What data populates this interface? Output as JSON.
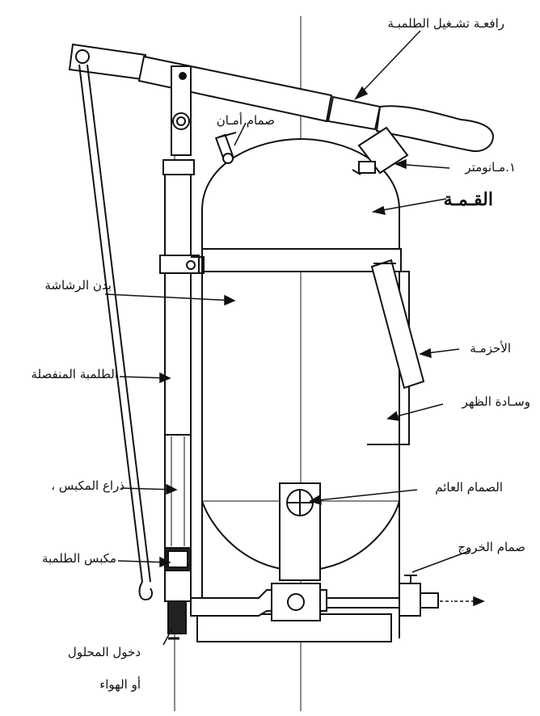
{
  "labels": {
    "pump_lever": "رافعـة تشـغيل الطلمبـة",
    "safety_valve": "صمام أمـان",
    "manometer": "١.مـانومتر",
    "top": "القـمـة",
    "sprayer_body": "بدن الرشاشة",
    "straps": "الأحزمـة",
    "separate_pump": "الطلمبة المنفصلة",
    "back_pad": "وسـادة الظهر",
    "piston_arm": "ذراع المكبس ،",
    "float_valve": "الصمام العائم",
    "outlet_valve": "صمام الخروج",
    "pump_piston": "مكبس الطلمبة",
    "inlet_line1": "دخول المحلول",
    "inlet_line2": "أو الهواء"
  }
}
